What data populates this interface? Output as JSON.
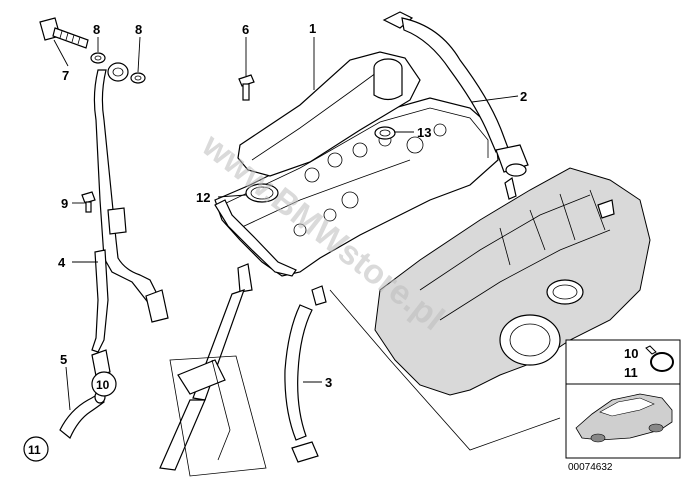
{
  "watermark": "www.BMWstore.pl",
  "diagram_code": "00074632",
  "callouts": {
    "c1": "1",
    "c2": "2",
    "c3": "3",
    "c4": "4",
    "c5": "5",
    "c6": "6",
    "c7": "7",
    "c8a": "8",
    "c8b": "8",
    "c9": "9",
    "c10": "10",
    "c11": "11",
    "c12": "12",
    "c13": "13"
  },
  "inset": {
    "label_top": "10",
    "label_bottom": "11"
  }
}
